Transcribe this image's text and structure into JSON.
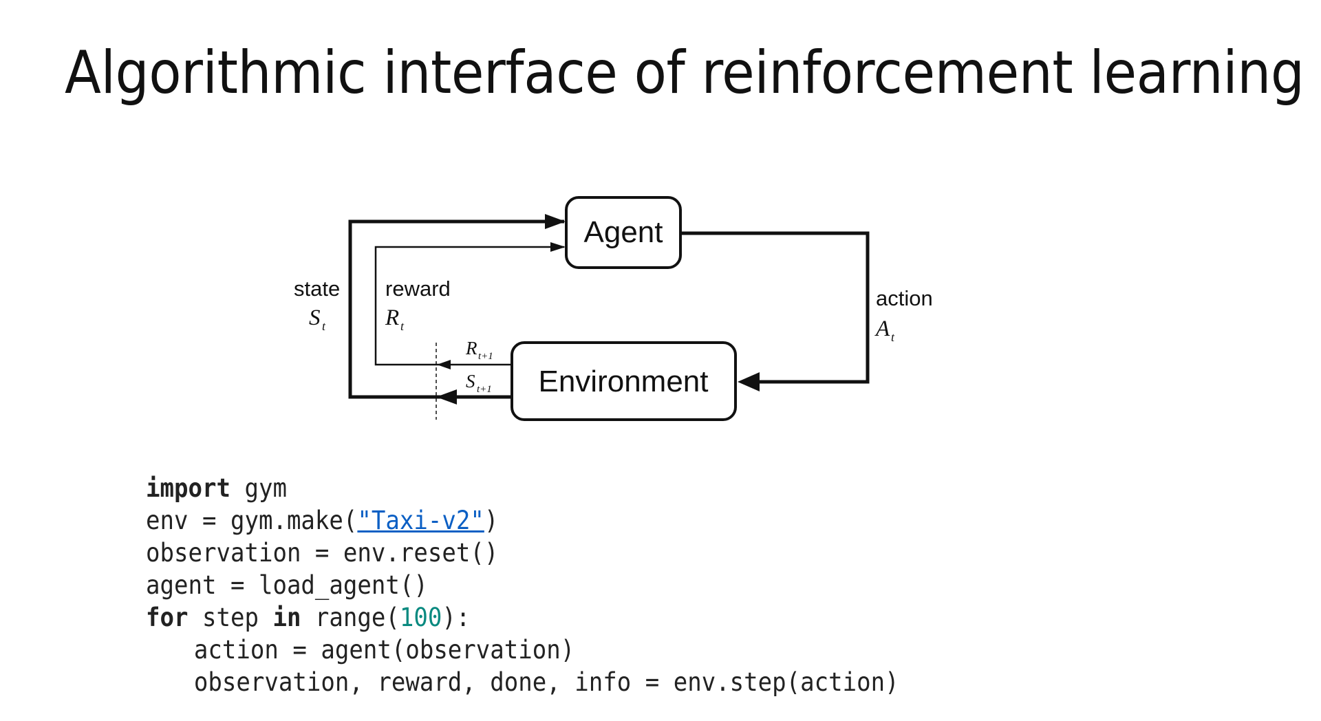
{
  "slide": {
    "title": "Algorithmic interface of reinforcement learning"
  },
  "diagram": {
    "agent_label": "Agent",
    "environment_label": "Environment",
    "state_label": "state",
    "state_symbol": "S",
    "state_sub": "t",
    "reward_label": "reward",
    "reward_symbol": "R",
    "reward_sub": "t",
    "action_label": "action",
    "action_symbol": "A",
    "action_sub": "t",
    "next_reward_symbol": "R",
    "next_reward_sub": "t+1",
    "next_state_symbol": "S",
    "next_state_sub": "t+1"
  },
  "code": {
    "l1_kw": "import",
    "l1_rest": " gym",
    "l2_a": "env = gym.make(",
    "l2_str": "\"Taxi-v2\"",
    "l2_b": ")",
    "l3": "observation = env.reset()",
    "l4": "agent = load_agent()",
    "l5_kw1": "for",
    "l5_a": " step ",
    "l5_kw2": "in",
    "l5_b": " range(",
    "l5_num": "100",
    "l5_c": "):",
    "l6": "action = agent(observation)",
    "l7": "observation, reward, done, info = env.step(action)"
  },
  "colors": {
    "string": "#0b5fc4",
    "number": "#0a8a80"
  }
}
